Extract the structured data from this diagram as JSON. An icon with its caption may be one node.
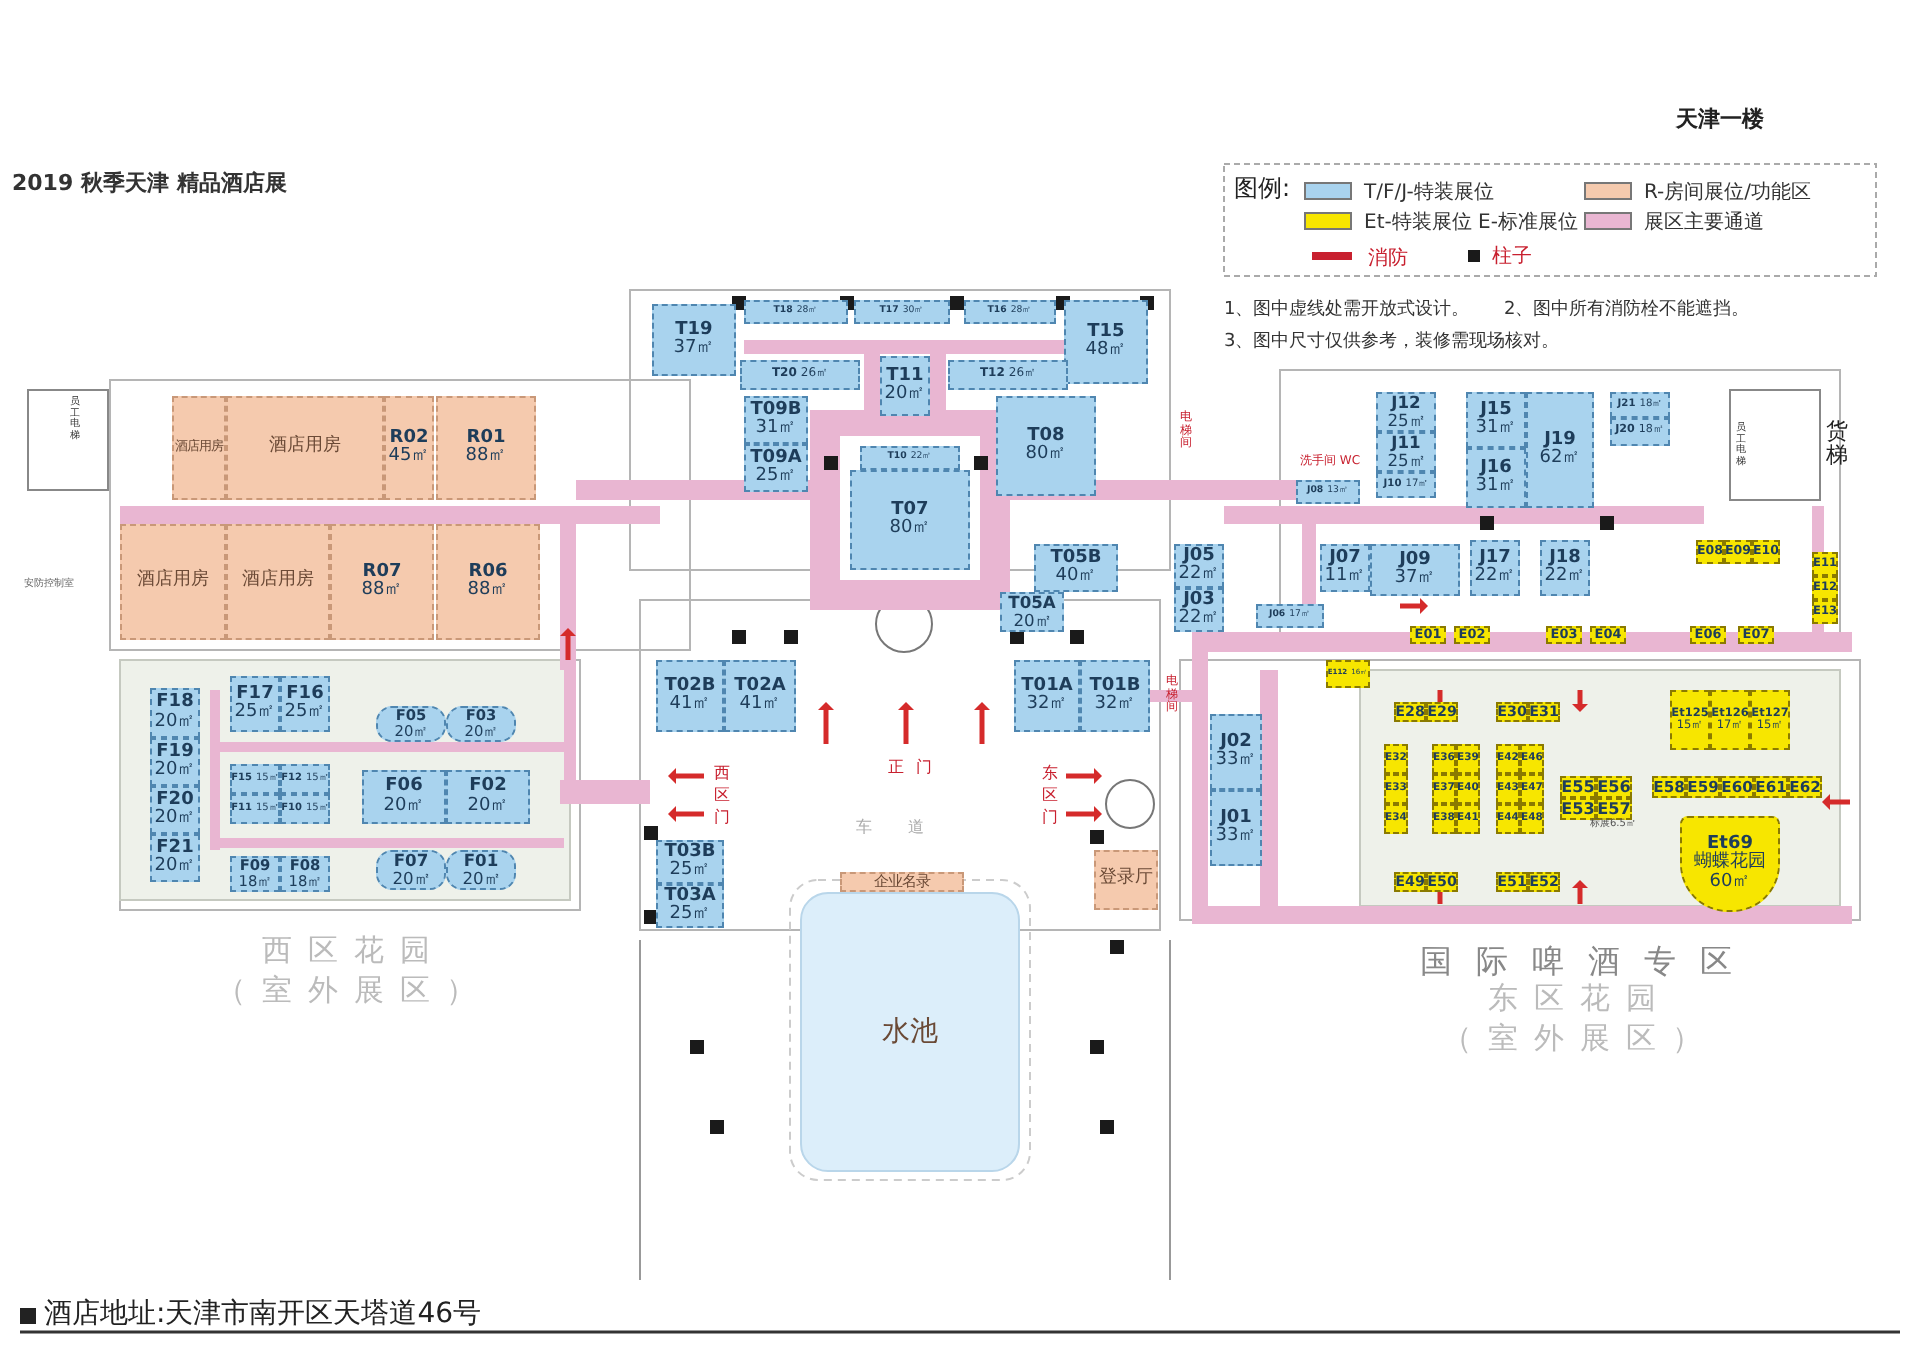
{
  "diagram": {
    "title": "天津一楼",
    "nodes": [
      {
        "text": [
          "酒店用房"
        ]
      },
      {
        "text": [
          "酒店用房"
        ]
      },
      {
        "text": [
          "R02",
          "45㎡"
        ]
      },
      {
        "text": [
          "R01",
          "88㎡"
        ]
      },
      {
        "text": [
          "酒店用房"
        ]
      },
      {
        "text": [
          "酒店用房"
        ]
      },
      {
        "text": [
          "R07",
          "88㎡"
        ]
      },
      {
        "text": [
          "R06",
          "88㎡"
        ]
      },
      {
        "text": [
          "F18",
          "20㎡"
        ]
      },
      {
        "text": [
          "F19",
          "20㎡"
        ]
      },
      {
        "text": [
          "F20",
          "20㎡"
        ]
      },
      {
        "text": [
          "F21",
          "20㎡"
        ]
      },
      {
        "text": [
          "F17",
          "25㎡"
        ]
      },
      {
        "text": [
          "F16",
          "25㎡"
        ]
      },
      {
        "text": [
          "F05",
          "20㎡"
        ]
      },
      {
        "text": [
          "F03",
          "20㎡"
        ]
      },
      {
        "text": [
          "F15",
          "15㎡"
        ]
      },
      {
        "text": [
          "F12",
          "15㎡"
        ]
      },
      {
        "text": [
          "F11",
          "15㎡"
        ]
      },
      {
        "text": [
          "F10",
          "15㎡"
        ]
      },
      {
        "text": [
          "F06",
          "20㎡"
        ]
      },
      {
        "text": [
          "F02",
          "20㎡"
        ]
      },
      {
        "text": [
          "F09",
          "18㎡"
        ]
      },
      {
        "text": [
          "F08",
          "18㎡"
        ]
      },
      {
        "text": [
          "F07",
          "20㎡"
        ]
      },
      {
        "text": [
          "F01",
          "20㎡"
        ]
      },
      {
        "text": [
          "T19",
          "37㎡"
        ]
      },
      {
        "text": [
          "T18",
          "28㎡"
        ]
      },
      {
        "text": [
          "T17",
          "30㎡"
        ]
      },
      {
        "text": [
          "T16",
          "28㎡"
        ]
      },
      {
        "text": [
          "T15",
          "48㎡"
        ]
      },
      {
        "text": [
          "T20",
          "26㎡"
        ]
      },
      {
        "text": [
          "T11",
          "20㎡"
        ]
      },
      {
        "text": [
          "T12",
          "26㎡"
        ]
      },
      {
        "text": [
          "T09B",
          "31㎡"
        ]
      },
      {
        "text": [
          "T09A",
          "25㎡"
        ]
      },
      {
        "text": [
          "T08",
          "80㎡"
        ]
      },
      {
        "text": [
          "T10",
          "22㎡"
        ]
      },
      {
        "text": [
          "T07",
          "80㎡"
        ]
      },
      {
        "text": [
          "T05B",
          "40㎡"
        ]
      },
      {
        "text": [
          "T05A",
          "20㎡"
        ]
      },
      {
        "text": [
          "J05",
          "22㎡"
        ]
      },
      {
        "text": [
          "J03",
          "22㎡"
        ]
      },
      {
        "text": [
          "T02B",
          "41㎡"
        ]
      },
      {
        "text": [
          "T02A",
          "41㎡"
        ]
      },
      {
        "text": [
          "T01A",
          "32㎡"
        ]
      },
      {
        "text": [
          "T01B",
          "32㎡"
        ]
      },
      {
        "text": [
          "T03B",
          "25㎡"
        ]
      },
      {
        "text": [
          "T03A",
          "25㎡"
        ]
      },
      {
        "text": [
          "企业名录"
        ]
      },
      {
        "text": [
          "水池"
        ]
      },
      {
        "text": [
          "登录厅"
        ]
      },
      {
        "text": [
          "J02",
          "33㎡"
        ]
      },
      {
        "text": [
          "J01",
          "33㎡"
        ]
      },
      {
        "text": [
          "J12",
          "25㎡"
        ]
      },
      {
        "text": [
          "J11",
          "25㎡"
        ]
      },
      {
        "text": [
          "J10",
          "17㎡"
        ]
      },
      {
        "text": [
          "J08",
          "13㎡"
        ]
      },
      {
        "text": [
          "J15",
          "31㎡"
        ]
      },
      {
        "text": [
          "J16",
          "31㎡"
        ]
      },
      {
        "text": [
          "J19",
          "62㎡"
        ]
      },
      {
        "text": [
          "J21",
          "18㎡"
        ]
      },
      {
        "text": [
          "J20",
          "18㎡"
        ]
      },
      {
        "text": [
          "J07",
          "11㎡"
        ]
      },
      {
        "text": [
          "J09",
          "37㎡"
        ]
      },
      {
        "text": [
          "J17",
          "22㎡"
        ]
      },
      {
        "text": [
          "J18",
          "22㎡"
        ]
      },
      {
        "text": [
          "J06",
          "17㎡"
        ]
      },
      {
        "text": [
          "E08"
        ]
      },
      {
        "text": [
          "E09"
        ]
      },
      {
        "text": [
          "E10"
        ]
      },
      {
        "text": [
          "E11"
        ]
      },
      {
        "text": [
          "E12"
        ]
      },
      {
        "text": [
          "E13"
        ]
      },
      {
        "text": [
          "E01"
        ]
      },
      {
        "text": [
          "E02"
        ]
      },
      {
        "text": [
          "E03"
        ]
      },
      {
        "text": [
          "E04"
        ]
      },
      {
        "text": [
          "E06"
        ]
      },
      {
        "text": [
          "E07"
        ]
      },
      {
        "text": [
          "E112",
          "16㎡"
        ]
      },
      {
        "text": [
          "E28"
        ]
      },
      {
        "text": [
          "E29"
        ]
      },
      {
        "text": [
          "E30"
        ]
      },
      {
        "text": [
          "E31"
        ]
      },
      {
        "text": [
          "Et125",
          "15㎡"
        ]
      },
      {
        "text": [
          "Et126",
          "17㎡"
        ]
      },
      {
        "text": [
          "Et127",
          "15㎡"
        ]
      },
      {
        "text": [
          "E32"
        ]
      },
      {
        "text": [
          "E33"
        ]
      },
      {
        "text": [
          "E34"
        ]
      },
      {
        "text": [
          "E36"
        ]
      },
      {
        "text": [
          "E39"
        ]
      },
      {
        "text": [
          "E37"
        ]
      },
      {
        "text": [
          "E40"
        ]
      },
      {
        "text": [
          "E38"
        ]
      },
      {
        "text": [
          "E41"
        ]
      },
      {
        "text": [
          "E42"
        ]
      },
      {
        "text": [
          "E46"
        ]
      },
      {
        "text": [
          "E43"
        ]
      },
      {
        "text": [
          "E47"
        ]
      },
      {
        "text": [
          "E44"
        ]
      },
      {
        "text": [
          "E48"
        ]
      },
      {
        "text": [
          "E55"
        ]
      },
      {
        "text": [
          "E56"
        ]
      },
      {
        "text": [
          "E53"
        ]
      },
      {
        "text": [
          "E57"
        ]
      },
      {
        "text": [
          "E58"
        ]
      },
      {
        "text": [
          "E59"
        ]
      },
      {
        "text": [
          "E60"
        ]
      },
      {
        "text": [
          "E61"
        ]
      },
      {
        "text": [
          "E62"
        ]
      },
      {
        "text": [
          "Et69",
          "蝴蝶花园",
          "60㎡"
        ]
      },
      {
        "text": [
          "E49"
        ]
      },
      {
        "text": [
          "E50"
        ]
      },
      {
        "text": [
          "E51"
        ]
      },
      {
        "text": [
          "E52"
        ]
      }
    ],
    "labels": [
      "2019 秋季天津 精品酒店展",
      "图例:",
      "1、图中虚线处需开放式设计。",
      "2、图中所有消防栓不能遮挡。",
      "3、图中尺寸仅供参考，装修需现场核对。",
      "员工电梯",
      "安防控制室",
      "电梯间",
      "洗手间 WC",
      "员工电梯",
      "货梯",
      "电梯间",
      "正门",
      "西区门",
      "东区门",
      "车道",
      "标展6.5㎡",
      "西区花园（室外展区）",
      "国际啤酒专区",
      "东区花园（室外展区）",
      "酒店地址:天津市南开区天塔道46号"
    ],
    "legend": [
      {
        "text": "T/F/J-特装展位",
        "color": "#a9d3ee"
      },
      {
        "text": "R-房间展位/功能区",
        "color": "#f5caae"
      },
      {
        "text": "Et-特装展位 E-标准展位",
        "color": "#f7e600"
      },
      {
        "text": "展区主要通道",
        "color": "#e9b6d2"
      },
      {
        "text": "消防",
        "color": "#c8202f"
      },
      {
        "text": "柱子",
        "color": "#1a1a1a"
      }
    ]
  }
}
